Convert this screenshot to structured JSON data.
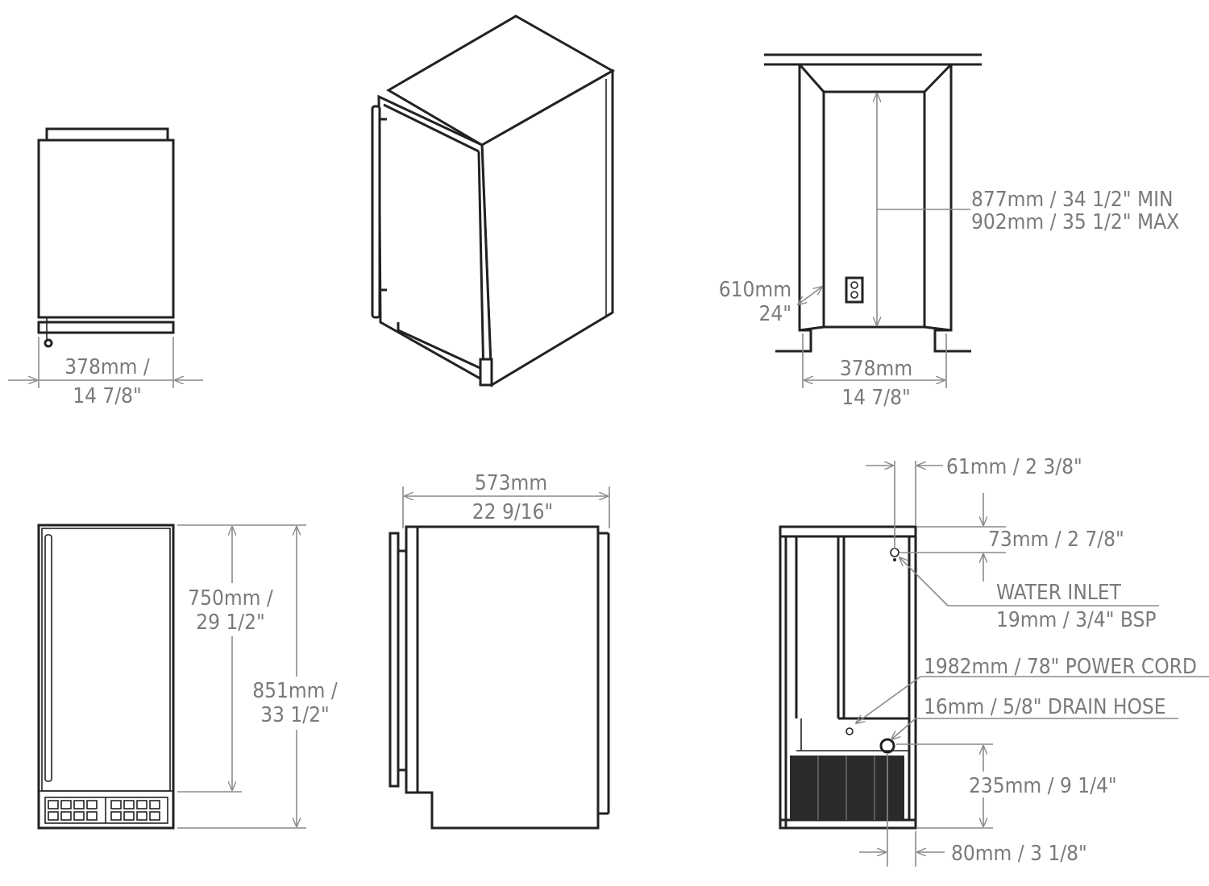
{
  "views": {
    "top": {
      "width_mm": "378mm /",
      "width_in": "14 7/8\""
    },
    "installation": {
      "height_min": "877mm /  34 1/2\" MIN",
      "height_max": "902mm / 35 1/2\" MAX",
      "depth_mm": "610mm",
      "depth_in": "24\"",
      "width_mm": "378mm",
      "width_in": "14 7/8\""
    },
    "front": {
      "door_height_mm": "750mm /",
      "door_height_in": "29 1/2\"",
      "total_height_mm": "851mm /",
      "total_height_in": "33 1/2\""
    },
    "side": {
      "depth_mm": "573mm",
      "depth_in": "22 9/16\""
    },
    "rear": {
      "inlet_offset_x": "61mm / 2 3/8\"",
      "inlet_offset_y": "73mm / 2 7/8\"",
      "water_inlet": "WATER INLET",
      "water_inlet_size": "19mm / 3/4\" BSP",
      "power_cord": "1982mm / 78\" POWER CORD",
      "drain_hose": "16mm / 5/8\" DRAIN HOSE",
      "drain_height": "235mm / 9 1/4\"",
      "drain_offset_x": "80mm / 3 1/8\""
    }
  }
}
